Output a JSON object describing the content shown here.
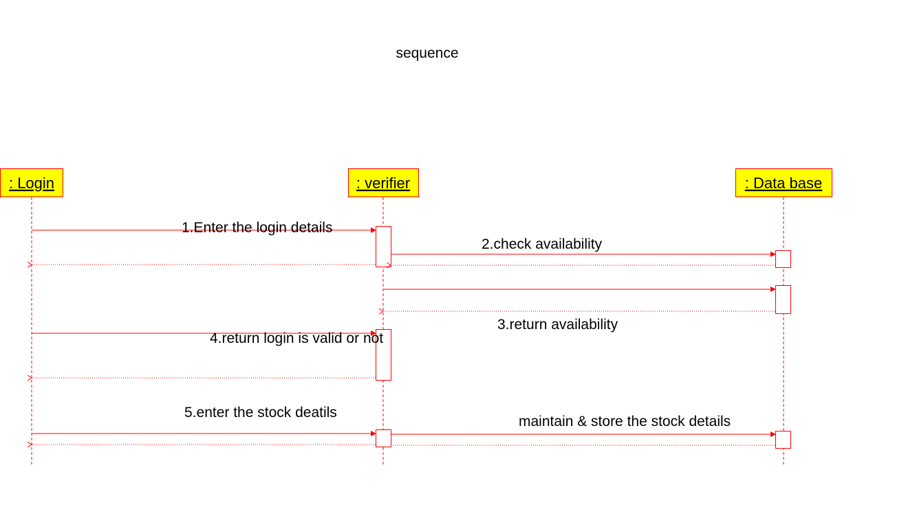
{
  "title": "sequence",
  "colors": {
    "line": "#ff0000",
    "actor_fill": "#ffff00",
    "actor_border": "#ff0000",
    "text": "#000000",
    "background": "#ffffff"
  },
  "lifelines": [
    {
      "id": "login",
      "label": ": Login"
    },
    {
      "id": "verifier",
      "label": ": verifier"
    },
    {
      "id": "database",
      "label": ": Data base"
    }
  ],
  "messages": [
    {
      "label": "1.Enter the login details"
    },
    {
      "label": "2.check availability"
    },
    {
      "label": "3.return availability"
    },
    {
      "label": "4.return login is valid or not"
    },
    {
      "label": "5.enter the stock deatils"
    },
    {
      "label": "maintain & store the stock details"
    }
  ]
}
